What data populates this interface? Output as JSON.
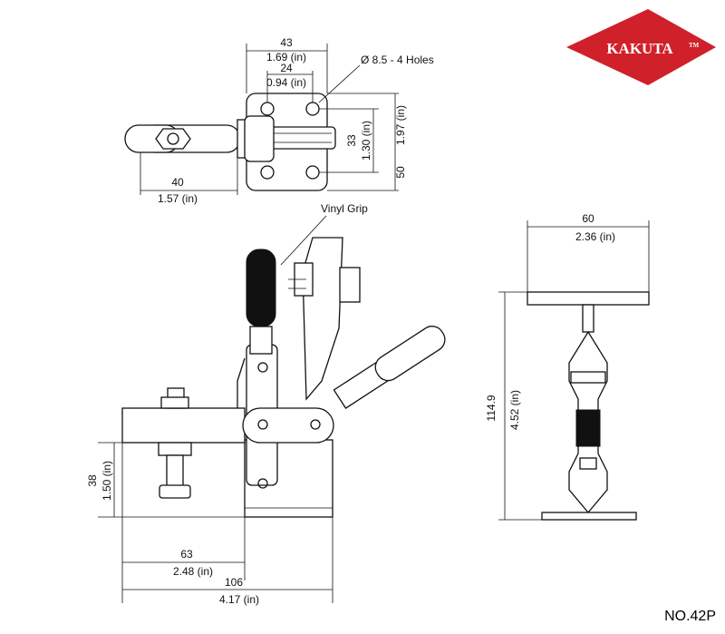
{
  "brand": {
    "name": "KAKUTA",
    "mark": "TM",
    "color": "#d0202a"
  },
  "model_number": "NO.42P",
  "top_view": {
    "dim_overall_mm": "43",
    "dim_overall_in": "1.69 (in)",
    "dim_hole_spacing_mm": "24",
    "dim_hole_spacing_in": "0.94 (in)",
    "holes_note": "Ø 8.5 - 4 Holes",
    "dim_vertical_spacing_mm": "33",
    "dim_vertical_spacing_in": "1.30 (in)",
    "dim_base_height_mm": "50",
    "dim_base_height_in": "1.97 (in)",
    "dim_arm_mm": "40",
    "dim_arm_in": "1.57 (in)"
  },
  "side_view": {
    "vinyl_grip_label": "Vinyl Grip",
    "dim_height_mm": "38",
    "dim_height_in": "1.50 (in)",
    "dim_reach_mm": "63",
    "dim_reach_in": "2.48 (in)",
    "dim_length_mm": "106",
    "dim_length_in": "4.17 (in)"
  },
  "front_view": {
    "dim_width_mm": "60",
    "dim_width_in": "2.36 (in)",
    "dim_height_mm": "114.9",
    "dim_height_in": "4.52 (in)"
  }
}
